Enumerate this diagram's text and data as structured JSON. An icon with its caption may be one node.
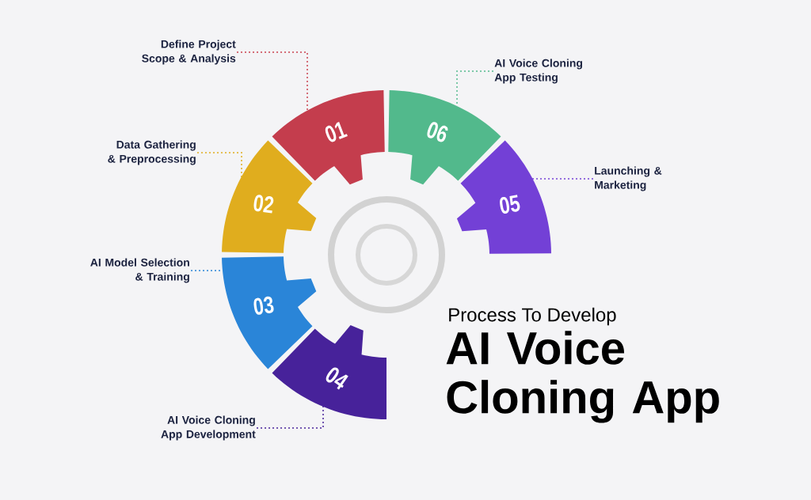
{
  "diagram": {
    "title": "AI Voice Cloning App",
    "nodes": [
      {
        "text": [
          "01"
        ]
      },
      {
        "text": [
          "02"
        ]
      },
      {
        "text": [
          "03"
        ]
      },
      {
        "text": [
          "04"
        ]
      },
      {
        "text": [
          "05"
        ]
      },
      {
        "text": [
          "06"
        ]
      },
      {
        "text": [
          "Define Project Scope & Analysis"
        ]
      },
      {
        "text": [
          "Data Gathering & Preprocessing"
        ]
      },
      {
        "text": [
          "AI Model Selection & Training"
        ]
      },
      {
        "text": [
          "AI Voice Cloning App Development"
        ]
      },
      {
        "text": [
          "Launching & Marketing"
        ]
      },
      {
        "text": [
          "AI Voice Cloning App Testing"
        ]
      }
    ],
    "edges": [
      {
        "from": 6,
        "to": 0,
        "arrow": "none",
        "color": "#c9404e"
      },
      {
        "from": 7,
        "to": 1,
        "arrow": "none",
        "color": "#e0ad1e"
      },
      {
        "from": 8,
        "to": 2,
        "arrow": "none",
        "color": "#2a85d8"
      },
      {
        "from": 9,
        "to": 3,
        "arrow": "none",
        "color": "#47229a"
      },
      {
        "from": 10,
        "to": 4,
        "arrow": "none",
        "color": "#7340d6"
      },
      {
        "from": 11,
        "to": 5,
        "arrow": "none",
        "color": "#52b98c"
      }
    ],
    "labels": [
      "Process To Develop"
    ]
  }
}
